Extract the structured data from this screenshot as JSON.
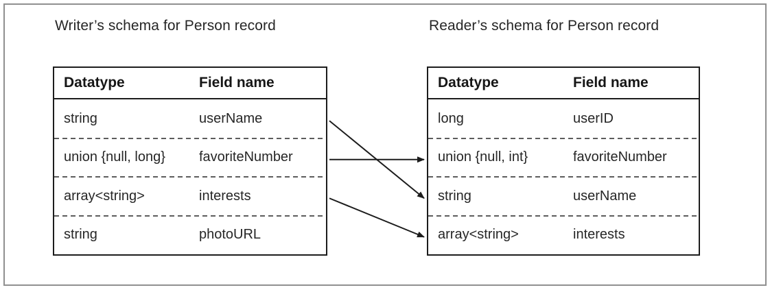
{
  "writer": {
    "title": "Writer’s schema for Person record",
    "columns": [
      "Datatype",
      "Field name"
    ],
    "rows": [
      {
        "datatype": "string",
        "field": "userName"
      },
      {
        "datatype": "union {null, long}",
        "field": "favoriteNumber"
      },
      {
        "datatype": "array<string>",
        "field": "interests"
      },
      {
        "datatype": "string",
        "field": "photoURL"
      }
    ]
  },
  "reader": {
    "title": "Reader’s schema for Person record",
    "columns": [
      "Datatype",
      "Field name"
    ],
    "rows": [
      {
        "datatype": "long",
        "field": "userID"
      },
      {
        "datatype": "union {null, int}",
        "field": "favoriteNumber"
      },
      {
        "datatype": "string",
        "field": "userName"
      },
      {
        "datatype": "array<string>",
        "field": "interests"
      }
    ]
  },
  "arrows": [
    {
      "from_row": 0,
      "to_row": 2,
      "name": "userName-mapping-arrow"
    },
    {
      "from_row": 1,
      "to_row": 1,
      "name": "favoriteNumber-mapping-arrow"
    },
    {
      "from_row": 2,
      "to_row": 3,
      "name": "interests-mapping-arrow"
    }
  ],
  "colors": {
    "table_border": "#1c1c1c",
    "arrow": "#1c1c1c",
    "dashed_separator": "#5c5c5c",
    "frame": "#8f8f8f",
    "text": "#262626",
    "background": "#ffffff"
  }
}
